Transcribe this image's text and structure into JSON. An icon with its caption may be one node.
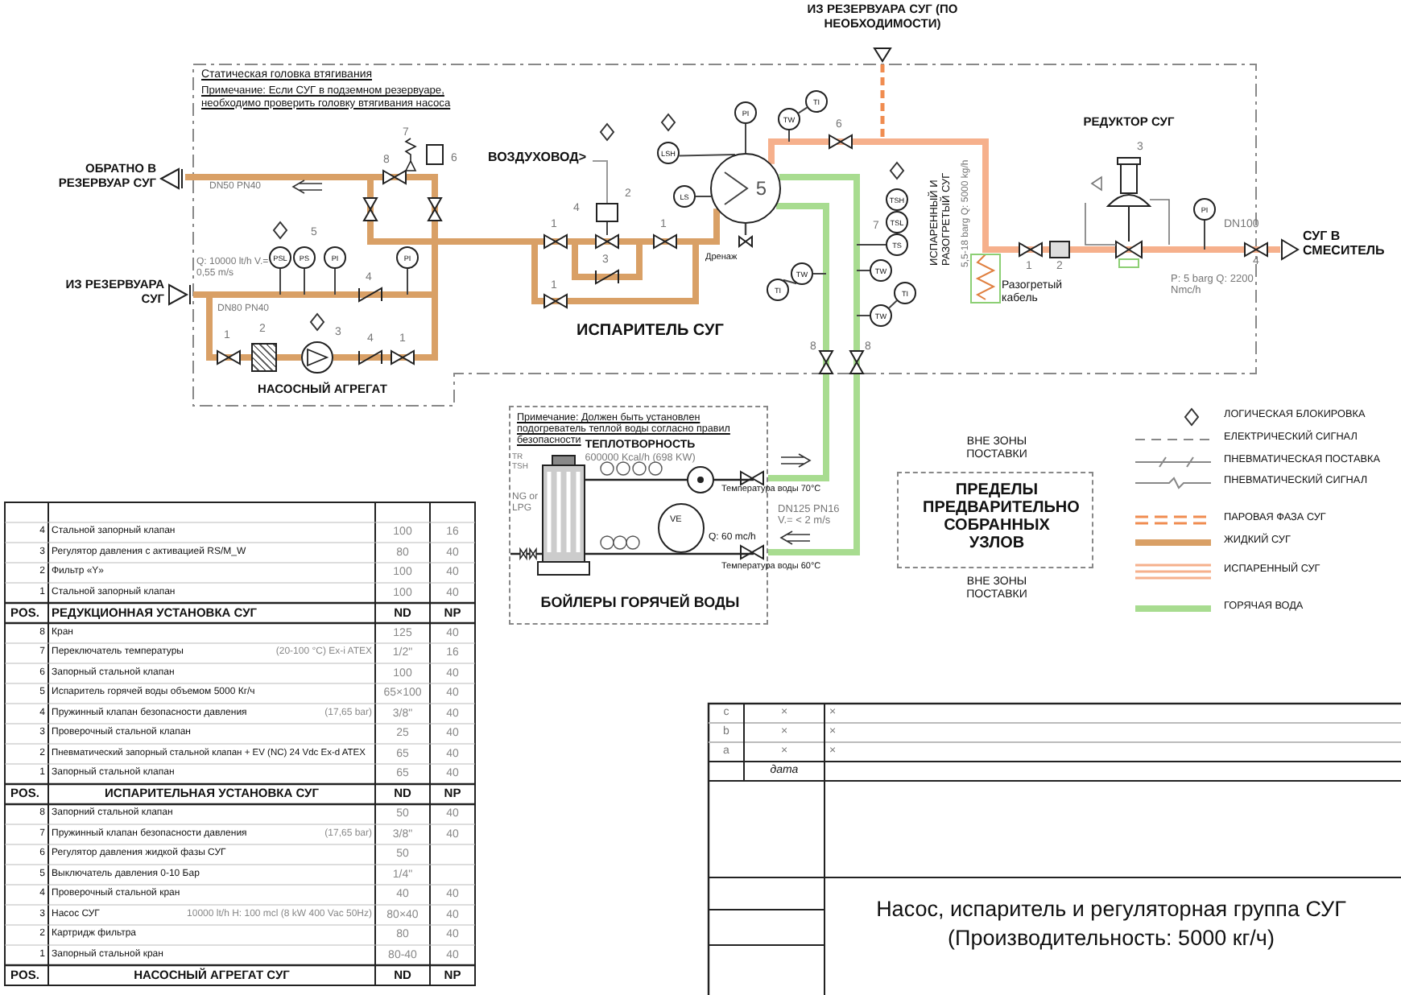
{
  "diagram": {
    "title": "Насос, испаритель и регуляторная группа СУГ (Производительность: 5000 кг/ч)",
    "nodes": [
      {
        "text": [
          "ОБРАТНО В РЕЗЕРВУАР СУГ"
        ]
      },
      {
        "text": [
          "ИЗ РЕЗЕРВУАРА СУГ"
        ]
      },
      {
        "text": [],
        "shape": "box"
      },
      {
        "text": [],
        "shape": "circle"
      },
      {
        "text": [
          "ВОЗДУХОВОД>"
        ]
      },
      {
        "text": [],
        "shape": "box"
      },
      {
        "text": [
          "5"
        ]
      },
      {
        "text": [
          "ИЗ РЕЗЕРВУАРА СУГ (ПО НЕОБХОДИМОСТИ)"
        ]
      },
      {
        "text": [
          "РЕДУКТОР СУГ"
        ]
      },
      {
        "text": [
          "СУГ В СМЕСИТЕЛЬ"
        ]
      },
      {
        "text": [
          "Примечание: Должен быть установлен подогреватель теплой воды согласно правил безопасности",
          "ТЕПЛОТВОРНОСТЬ",
          "600000 Kcal/h (698 KW)",
          "БОЙЛЕРЫ ГОРЯЧЕЙ ВОДЫ"
        ]
      },
      {
        "text": [
          "ПРЕДЕЛЫ ПРЕДВАРИТЕЛЬНО СОБРАННЫХ УЗЛОВ"
        ],
        "beside": [
          "ВНЕ ЗОНЫ ПОСТАВКИ",
          "ВНЕ ЗОНЫ ПОСТАВКИ"
        ]
      },
      {
        "text": [
          "PSL"
        ]
      },
      {
        "text": [
          "PS"
        ]
      },
      {
        "text": [
          "PI"
        ]
      },
      {
        "text": [
          "PI"
        ]
      },
      {
        "text": [
          "LSH"
        ]
      },
      {
        "text": [
          "LS"
        ]
      },
      {
        "text": [
          "PI"
        ]
      },
      {
        "text": [
          "TW"
        ]
      },
      {
        "text": [
          "TI"
        ]
      },
      {
        "text": [
          "TSH"
        ]
      },
      {
        "text": [
          "TSL"
        ]
      },
      {
        "text": [
          "TS"
        ]
      },
      {
        "text": [
          "TW"
        ]
      },
      {
        "text": [
          "TI"
        ]
      },
      {
        "text": [
          "TW"
        ]
      },
      {
        "text": [
          "TI"
        ]
      },
      {
        "text": [
          "TW"
        ]
      },
      {
        "text": [
          "PI"
        ]
      }
    ],
    "edges": [
      {
        "from": 3,
        "to": 0,
        "arrow": "none",
        "style": "thick",
        "color": "#d9a066"
      },
      {
        "from": 1,
        "to": 2,
        "arrow": "none",
        "style": "thick",
        "color": "#d9a066"
      },
      {
        "from": 2,
        "to": 3,
        "arrow": "none",
        "style": "thick",
        "color": "#d9a066"
      },
      {
        "from": 3,
        "to": 6,
        "arrow": "none",
        "style": "thick",
        "color": "#d9a066"
      },
      {
        "from": 7,
        "to": 8,
        "arrow": "none",
        "style": "dashed",
        "color": "#f08c50"
      },
      {
        "from": 6,
        "to": 8,
        "arrow": "none",
        "style": "thick",
        "color": "#f6b08c"
      },
      {
        "from": 8,
        "to": 9,
        "arrow": "none",
        "style": "thick",
        "color": "#f6b08c"
      },
      {
        "from": 10,
        "to": 6,
        "arrow": "none",
        "style": "thick",
        "color": "#a8dc90"
      },
      {
        "from": 6,
        "to": 10,
        "arrow": "none",
        "style": "thick",
        "color": "#a8dc90"
      },
      {
        "from": 4,
        "to": 5,
        "arrow": "none",
        "color": "#999999"
      },
      {
        "from": 12,
        "to": null,
        "arrow": "none"
      },
      {
        "from": 13,
        "to": null,
        "arrow": "none"
      },
      {
        "from": 14,
        "to": null,
        "arrow": "none"
      },
      {
        "from": 15,
        "to": null,
        "arrow": "none"
      },
      {
        "from": 16,
        "to": 6,
        "arrow": "none"
      },
      {
        "from": 17,
        "to": 6,
        "arrow": "none"
      },
      {
        "from": 18,
        "to": 6,
        "arrow": "none"
      },
      {
        "from": 19,
        "to": null,
        "arrow": "none"
      },
      {
        "from": 20,
        "to": 19,
        "arrow": "none"
      },
      {
        "from": 23,
        "to": null,
        "arrow": "none"
      },
      {
        "from": 24,
        "to": null,
        "arrow": "none"
      },
      {
        "from": 25,
        "to": 26,
        "arrow": "none"
      },
      {
        "from": 26,
        "to": null,
        "arrow": "none"
      },
      {
        "from": 27,
        "to": 28,
        "arrow": "none"
      },
      {
        "from": 28,
        "to": null,
        "arrow": "none"
      },
      {
        "from": 29,
        "to": null,
        "arrow": "none"
      }
    ],
    "labels": [
      "Статическая головка втягивания",
      "Примечание: Если СУГ в подземном резервуаре, необходимо проверить головку втягивания насоса",
      "7",
      "8",
      "6",
      "DN50 PN40",
      "5",
      "Q: 10000 lt/h V.= 0,55 m/s",
      "4",
      "DN80 PN40",
      "1",
      "2",
      "3",
      "4",
      "1",
      "НАСОСНЫЙ АГРЕГАТ",
      "4",
      "2",
      "1",
      "1",
      "3",
      "1",
      "ИСПАРИТЕЛЬ СУГ",
      "Дренаж",
      "6",
      "7",
      "8",
      "8",
      "ИСПАРЕННЫЙ И РАЗОГРЕТЫЙ СУГ",
      "5,5-18 barg Q: 5000 kg/h",
      "1",
      "2",
      "Разогретый кабель",
      "3",
      "DN100",
      "4",
      "P: 5 barg Q: 2200 Nmc/h",
      "TR TSH",
      "NG or LPG",
      "VE",
      "Q: 60 mc/h",
      "Температура воды 70°C",
      "DN125 PN16 V.= < 2 m/s",
      "Температура воды 60°C",
      "4",
      "Стальной запорный клапан",
      "100",
      "16",
      "3",
      "Регулятор давления с активацией RS/M_W",
      "80",
      "40",
      "2",
      "Фильтр «Y»",
      "100",
      "40",
      "1",
      "Стальной запорный клапан",
      "100",
      "40",
      "POS.",
      "РЕДУКЦИОННАЯ УСТАНОВКА СУГ",
      "ND",
      "NP",
      "8",
      "Кран",
      "125",
      "40",
      "7",
      "Переключатель температуры",
      "(20-100 °C) Ex-i ATEX",
      "1/2\"",
      "16",
      "6",
      "Запорный стальной клапан",
      "100",
      "40",
      "5",
      "Испаритель горячей воды объемом 5000 Кг/ч",
      "65×100",
      "40",
      "4",
      "Пружинный клапан безопасности давления",
      "(17,65 bar)",
      "3/8\"",
      "40",
      "3",
      "Проверочный стальной клапан",
      "25",
      "40",
      "2",
      "Пневматический запорный стальной клапан + EV (NC) 24 Vdc Ex-d ATEX",
      "65",
      "40",
      "1",
      "Запорный стальной клапан",
      "65",
      "40",
      "POS.",
      "ИСПАРИТЕЛЬНАЯ УСТАНОВКА СУГ",
      "ND",
      "NP",
      "8",
      "Запорний стальной клапан",
      "50",
      "40",
      "7",
      "Пружинный клапан безопасности давления",
      "(17,65 bar)",
      "3/8\"",
      "40",
      "6",
      "Регулятор давления жидкой фазы СУГ",
      "50",
      "5",
      "Выключатель давления 0-10 Бар",
      "1/4\"",
      "4",
      "Проверочный стальной кран",
      "40",
      "40",
      "3",
      "Насос СУГ",
      "10000 lt/h H: 100 mcl (8 kW 400 Vac 50Hz)",
      "80×40",
      "40",
      "2",
      "Картридж фильтра",
      "80",
      "40",
      "1",
      "Запорный стальной кран",
      "80-40",
      "40",
      "POS.",
      "НАСОСНЫЙ АГРЕГАТ СУГ",
      "ND",
      "NP",
      "c",
      "×",
      "×",
      "b",
      "×",
      "×",
      "a",
      "×",
      "×",
      "дата"
    ],
    "legend": [
      {
        "text": "ЛОГИЧЕСКАЯ БЛОКИРОВКА"
      },
      {
        "text": "ЕЛЕКТРИЧЕСКИЙ СИГНАЛ"
      },
      {
        "text": "ПНЕВМАТИЧЕСКАЯ ПОСТАВКА"
      },
      {
        "text": "ПНЕВМАТИЧЕСКИЙ СИГНАЛ"
      },
      {
        "text": "ПАРОВАЯ ФАЗА СУГ"
      },
      {
        "text": "ЖИДКИЙ СУГ"
      },
      {
        "text": "ИСПАРЕННЫЙ СУГ"
      },
      {
        "text": "ГОРЯЧАЯ ВОДА"
      }
    ]
  }
}
